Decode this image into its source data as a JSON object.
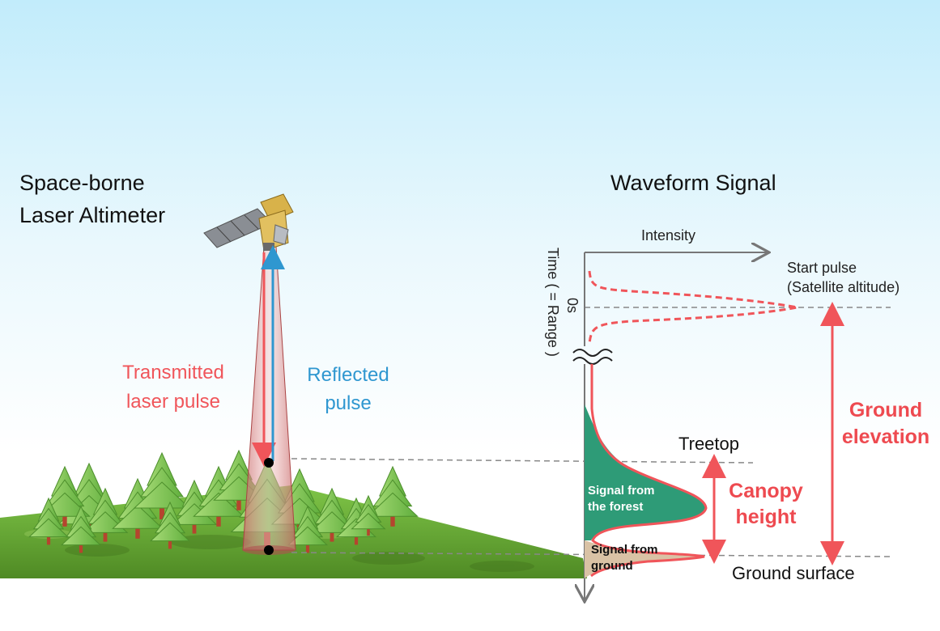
{
  "left_title_line1": "Space-borne",
  "left_title_line2": "Laser Altimeter",
  "right_title": "Waveform Signal",
  "transmitted_line1": "Transmitted",
  "transmitted_line2": "laser pulse",
  "reflected_line1": "Reflected",
  "reflected_line2": "pulse",
  "axis_x_label": "Intensity",
  "axis_y_label": "Time ( = Range )",
  "zero_label": "0s",
  "start_pulse_line1": "Start pulse",
  "start_pulse_line2": "(Satellite altitude)",
  "treetop_label": "Treetop",
  "ground_surface_label": "Ground surface",
  "ground_elevation_line1": "Ground",
  "ground_elevation_line2": "elevation",
  "canopy_height_line1": "Canopy",
  "canopy_height_line2": "height",
  "forest_signal_line1": "Signal from",
  "forest_signal_line2": "the forest",
  "ground_signal_line1": "Signal from",
  "ground_signal_line2": "ground",
  "colors": {
    "accent_red": "#f0555a",
    "reflected_blue": "#2f97d0",
    "forest_signal_fill": "#2e9b77",
    "ground_signal_fill": "#d9c2a5",
    "sky_top": "#c2ecfb"
  }
}
